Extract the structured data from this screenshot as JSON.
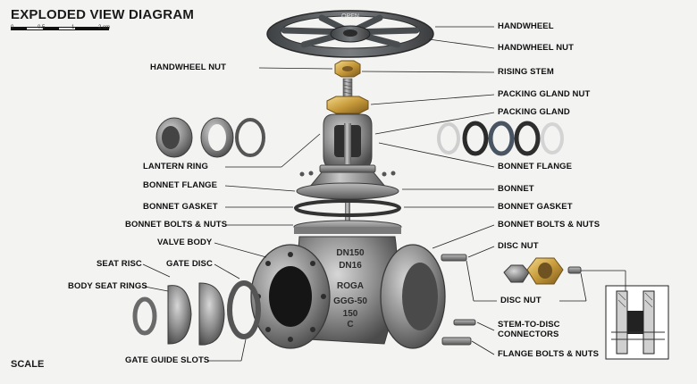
{
  "title": "EXPLODED VIEW DIAGRAM",
  "scale_ticks": [
    "0",
    "0.5",
    "1",
    "2 cm"
  ],
  "scale_word": "SCALE",
  "handwheel_text": "OPEN",
  "body_marking": [
    "DN150",
    "DN16",
    "ROGA",
    "GGG-50",
    "150",
    "C"
  ],
  "labels": {
    "handwheel": "HANDWHEEL",
    "handwheel_nut_right": "HANDWHEEL NUT",
    "handwheel_nut_left": "HANDWHEEL NUT",
    "rising_stem": "RISING STEM",
    "packing_gland_nut": "PACKING GLAND NUT",
    "packing_gland": "PACKING GLAND",
    "lantern_ring": "LANTERN RING",
    "bonnet_flange_right": "BONNET FLANGE",
    "bonnet_flange_left": "BONNET FLANGE",
    "bonnet": "BONNET",
    "bonnet_gasket_left": "BONNET GASKET",
    "bonnet_gasket_right": "BONNET GASKET",
    "bonnet_bolts_left": "BONNET BOLTS & NUTS",
    "bonnet_bolts_right": "BONNET BOLTS & NUTS",
    "valve_body": "VALVE BODY",
    "disc_nut_top": "DISC NUT",
    "seat_risc": "SEAT RISC",
    "gate_disc": "GATE DISC",
    "body_seat_rings": "BODY SEAT RINGS",
    "disc_nut_bottom": "DISC NUT",
    "stem_to_disc": "STEM-TO-DISC CONNECTORS",
    "gate_guide_slots": "GATE GUIDE SLOTS",
    "flange_bolts": "FLANGE BOLTS & NUTS"
  }
}
